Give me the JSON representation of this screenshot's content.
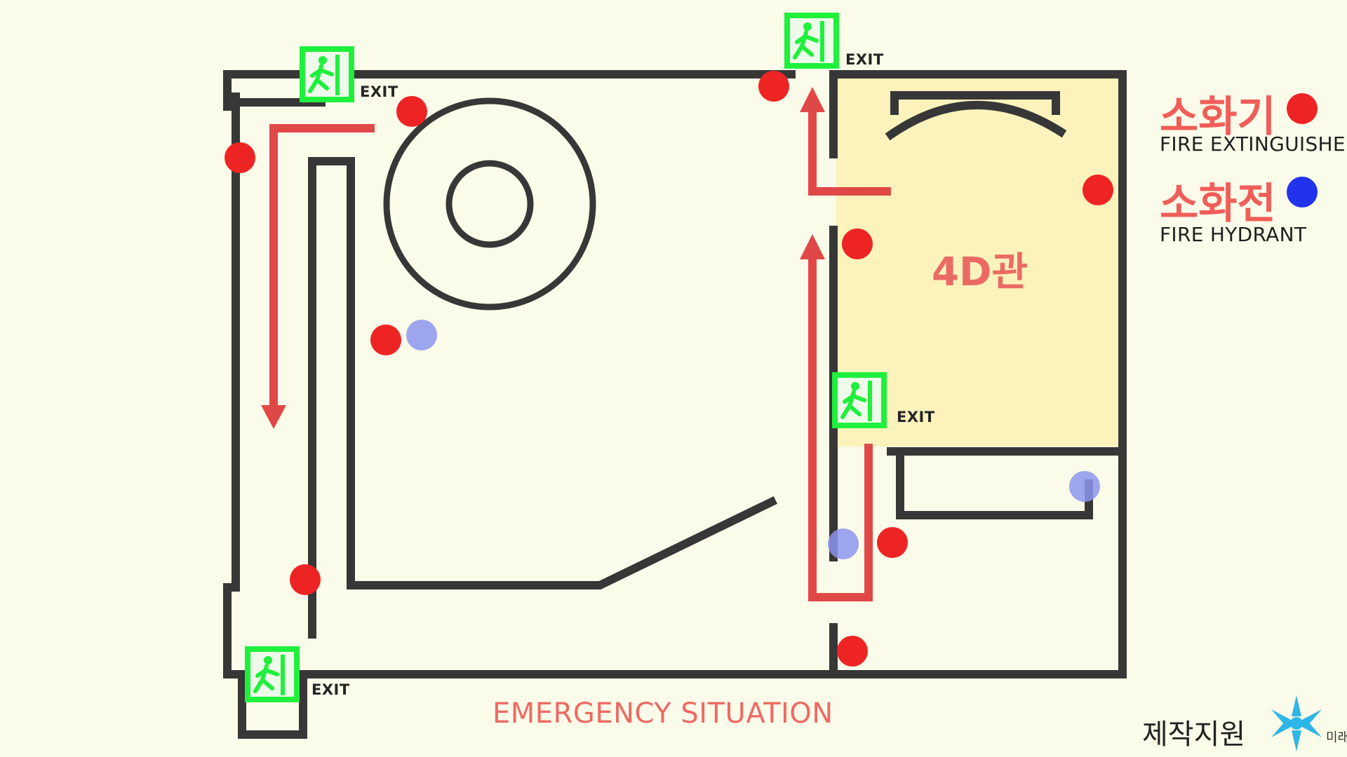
{
  "room": {
    "name": "4D관"
  },
  "exits": [
    {
      "label": "EXIT"
    },
    {
      "label": "EXIT"
    },
    {
      "label": "EXIT"
    },
    {
      "label": "EXIT"
    }
  ],
  "footer": {
    "title": "EMERGENCY SITUATION"
  },
  "legend": {
    "extinguisher": {
      "label_ko": "소화기",
      "label_en": "FIRE EXTINGUISHER",
      "color": "#ee2424"
    },
    "hydrant": {
      "label_ko": "소화전",
      "label_en": "FIRE HYDRANT",
      "color": "#2233ee"
    }
  },
  "credit": {
    "label": "제작지원",
    "partial_text": "미래"
  },
  "colors": {
    "background": "#fbfbe9",
    "wall": "#373737",
    "room_fill": "#fbf3bb",
    "route_arrow": "#e04848",
    "exit_sign": "#1ff03c",
    "hydrant_marker": "#8c95ee"
  }
}
